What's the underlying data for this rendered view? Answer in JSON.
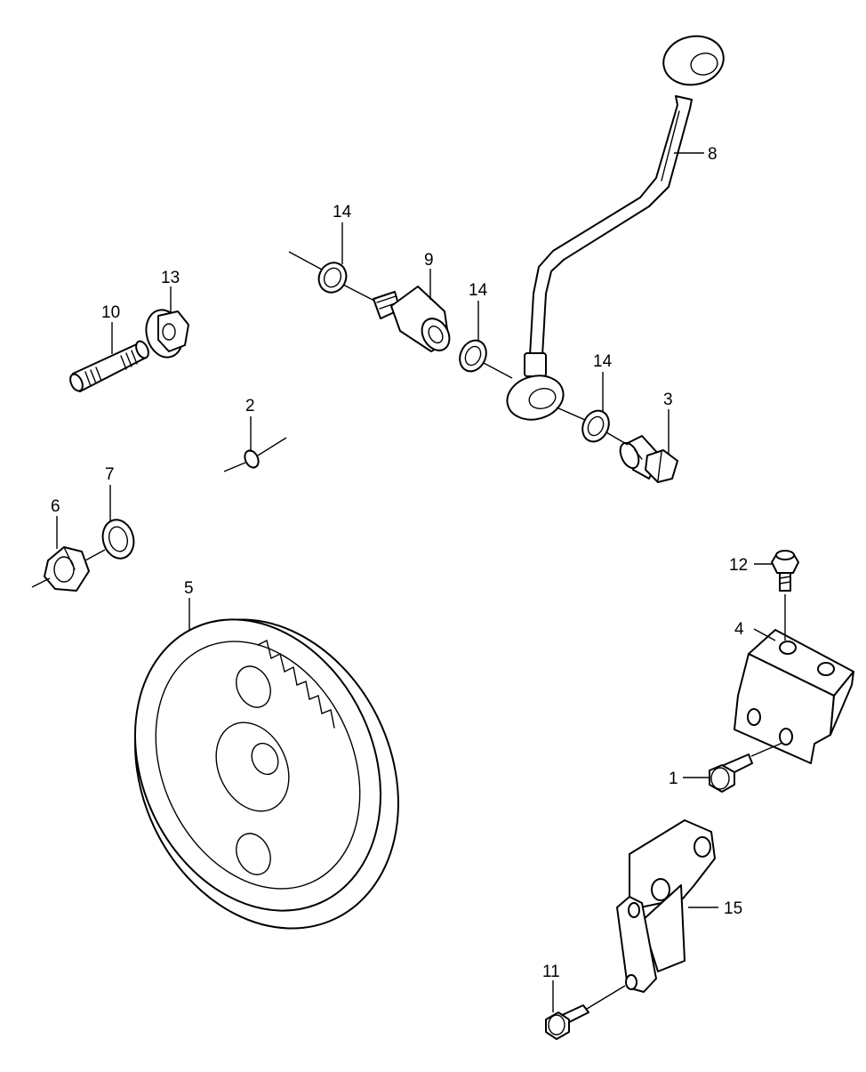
{
  "diagram": {
    "type": "exploded parts view",
    "line_color": "#000000",
    "background_color": "#ffffff",
    "callouts": {
      "p1": "1",
      "p2": "2",
      "p3": "3",
      "p4": "4",
      "p5": "5",
      "p6": "6",
      "p7": "7",
      "p8": "8",
      "p9": "9",
      "p10": "10",
      "p11": "11",
      "p12": "12",
      "p13": "13",
      "p14a": "14",
      "p14b": "14",
      "p14c": "14",
      "p15": "15"
    }
  }
}
